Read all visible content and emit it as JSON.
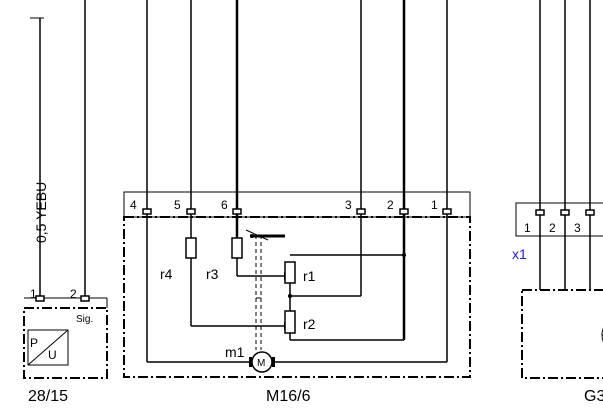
{
  "wire_label": "0,5 YEBU",
  "left_component": {
    "name": "28/15",
    "pins": [
      "1",
      "2"
    ],
    "signal_label": "Sig.",
    "sensor_symbol": [
      "P",
      "U"
    ]
  },
  "center_component": {
    "name": "M16/6",
    "pins_left": [
      "4",
      "5",
      "6"
    ],
    "pins_right": [
      "3",
      "2",
      "1"
    ],
    "resistors": [
      "r1",
      "r2",
      "r3",
      "r4"
    ],
    "motor": {
      "label": "m1",
      "symbol": "M"
    }
  },
  "right_component": {
    "name": "G3",
    "connector_label": "x1",
    "pins": [
      "1",
      "2",
      "3"
    ]
  },
  "colors": {
    "line": "#000000",
    "connector_label": "#1a1aff",
    "background": "#ffffff"
  }
}
